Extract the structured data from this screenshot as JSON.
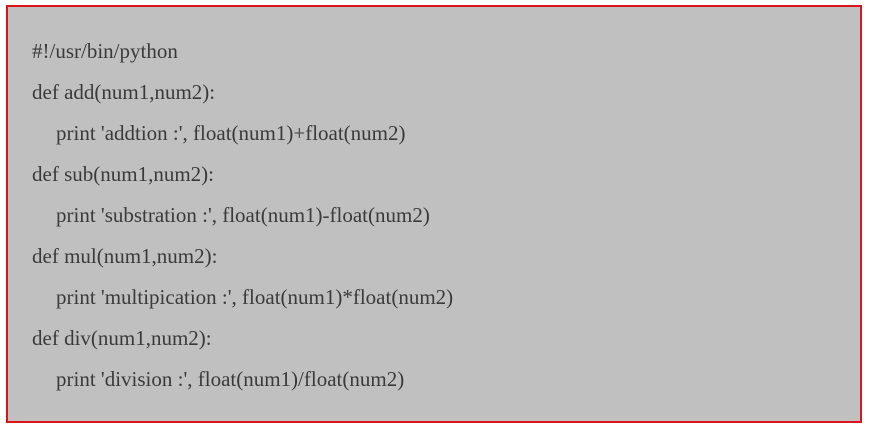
{
  "code_block": {
    "border_color": "#d9141b",
    "background_color": "#c0c0c0",
    "text_color": "#3a3a3a",
    "lines": [
      {
        "text": "#!/usr/bin/python",
        "indent": false
      },
      {
        "text": "def add(num1,num2):",
        "indent": false
      },
      {
        "text": "print 'addtion :', float(num1)+float(num2)",
        "indent": true
      },
      {
        "text": "def sub(num1,num2):",
        "indent": false
      },
      {
        "text": "print 'substration :', float(num1)-float(num2)",
        "indent": true
      },
      {
        "text": "def mul(num1,num2):",
        "indent": false
      },
      {
        "text": "print 'multipication :', float(num1)*float(num2)",
        "indent": true
      },
      {
        "text": "def div(num1,num2):",
        "indent": false
      },
      {
        "text": "print 'division :', float(num1)/float(num2)",
        "indent": true
      }
    ]
  }
}
